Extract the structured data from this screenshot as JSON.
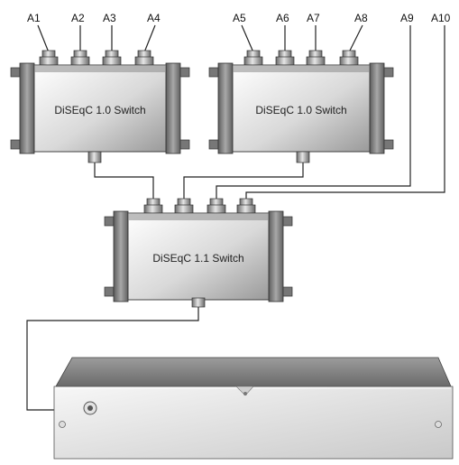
{
  "port_labels": [
    "A1",
    "A2",
    "A3",
    "A4",
    "A5",
    "A6",
    "A7",
    "A8",
    "A9",
    "A10"
  ],
  "switches": {
    "left": "DiSEqC 1.0 Switch",
    "right": "DiSEqC 1.0 Switch",
    "center": "DiSEqC 1.1 Switch"
  },
  "colors": {
    "line": "#222222",
    "metal_dark": "#6e6e6e",
    "metal_light": "#e8e8e8"
  }
}
